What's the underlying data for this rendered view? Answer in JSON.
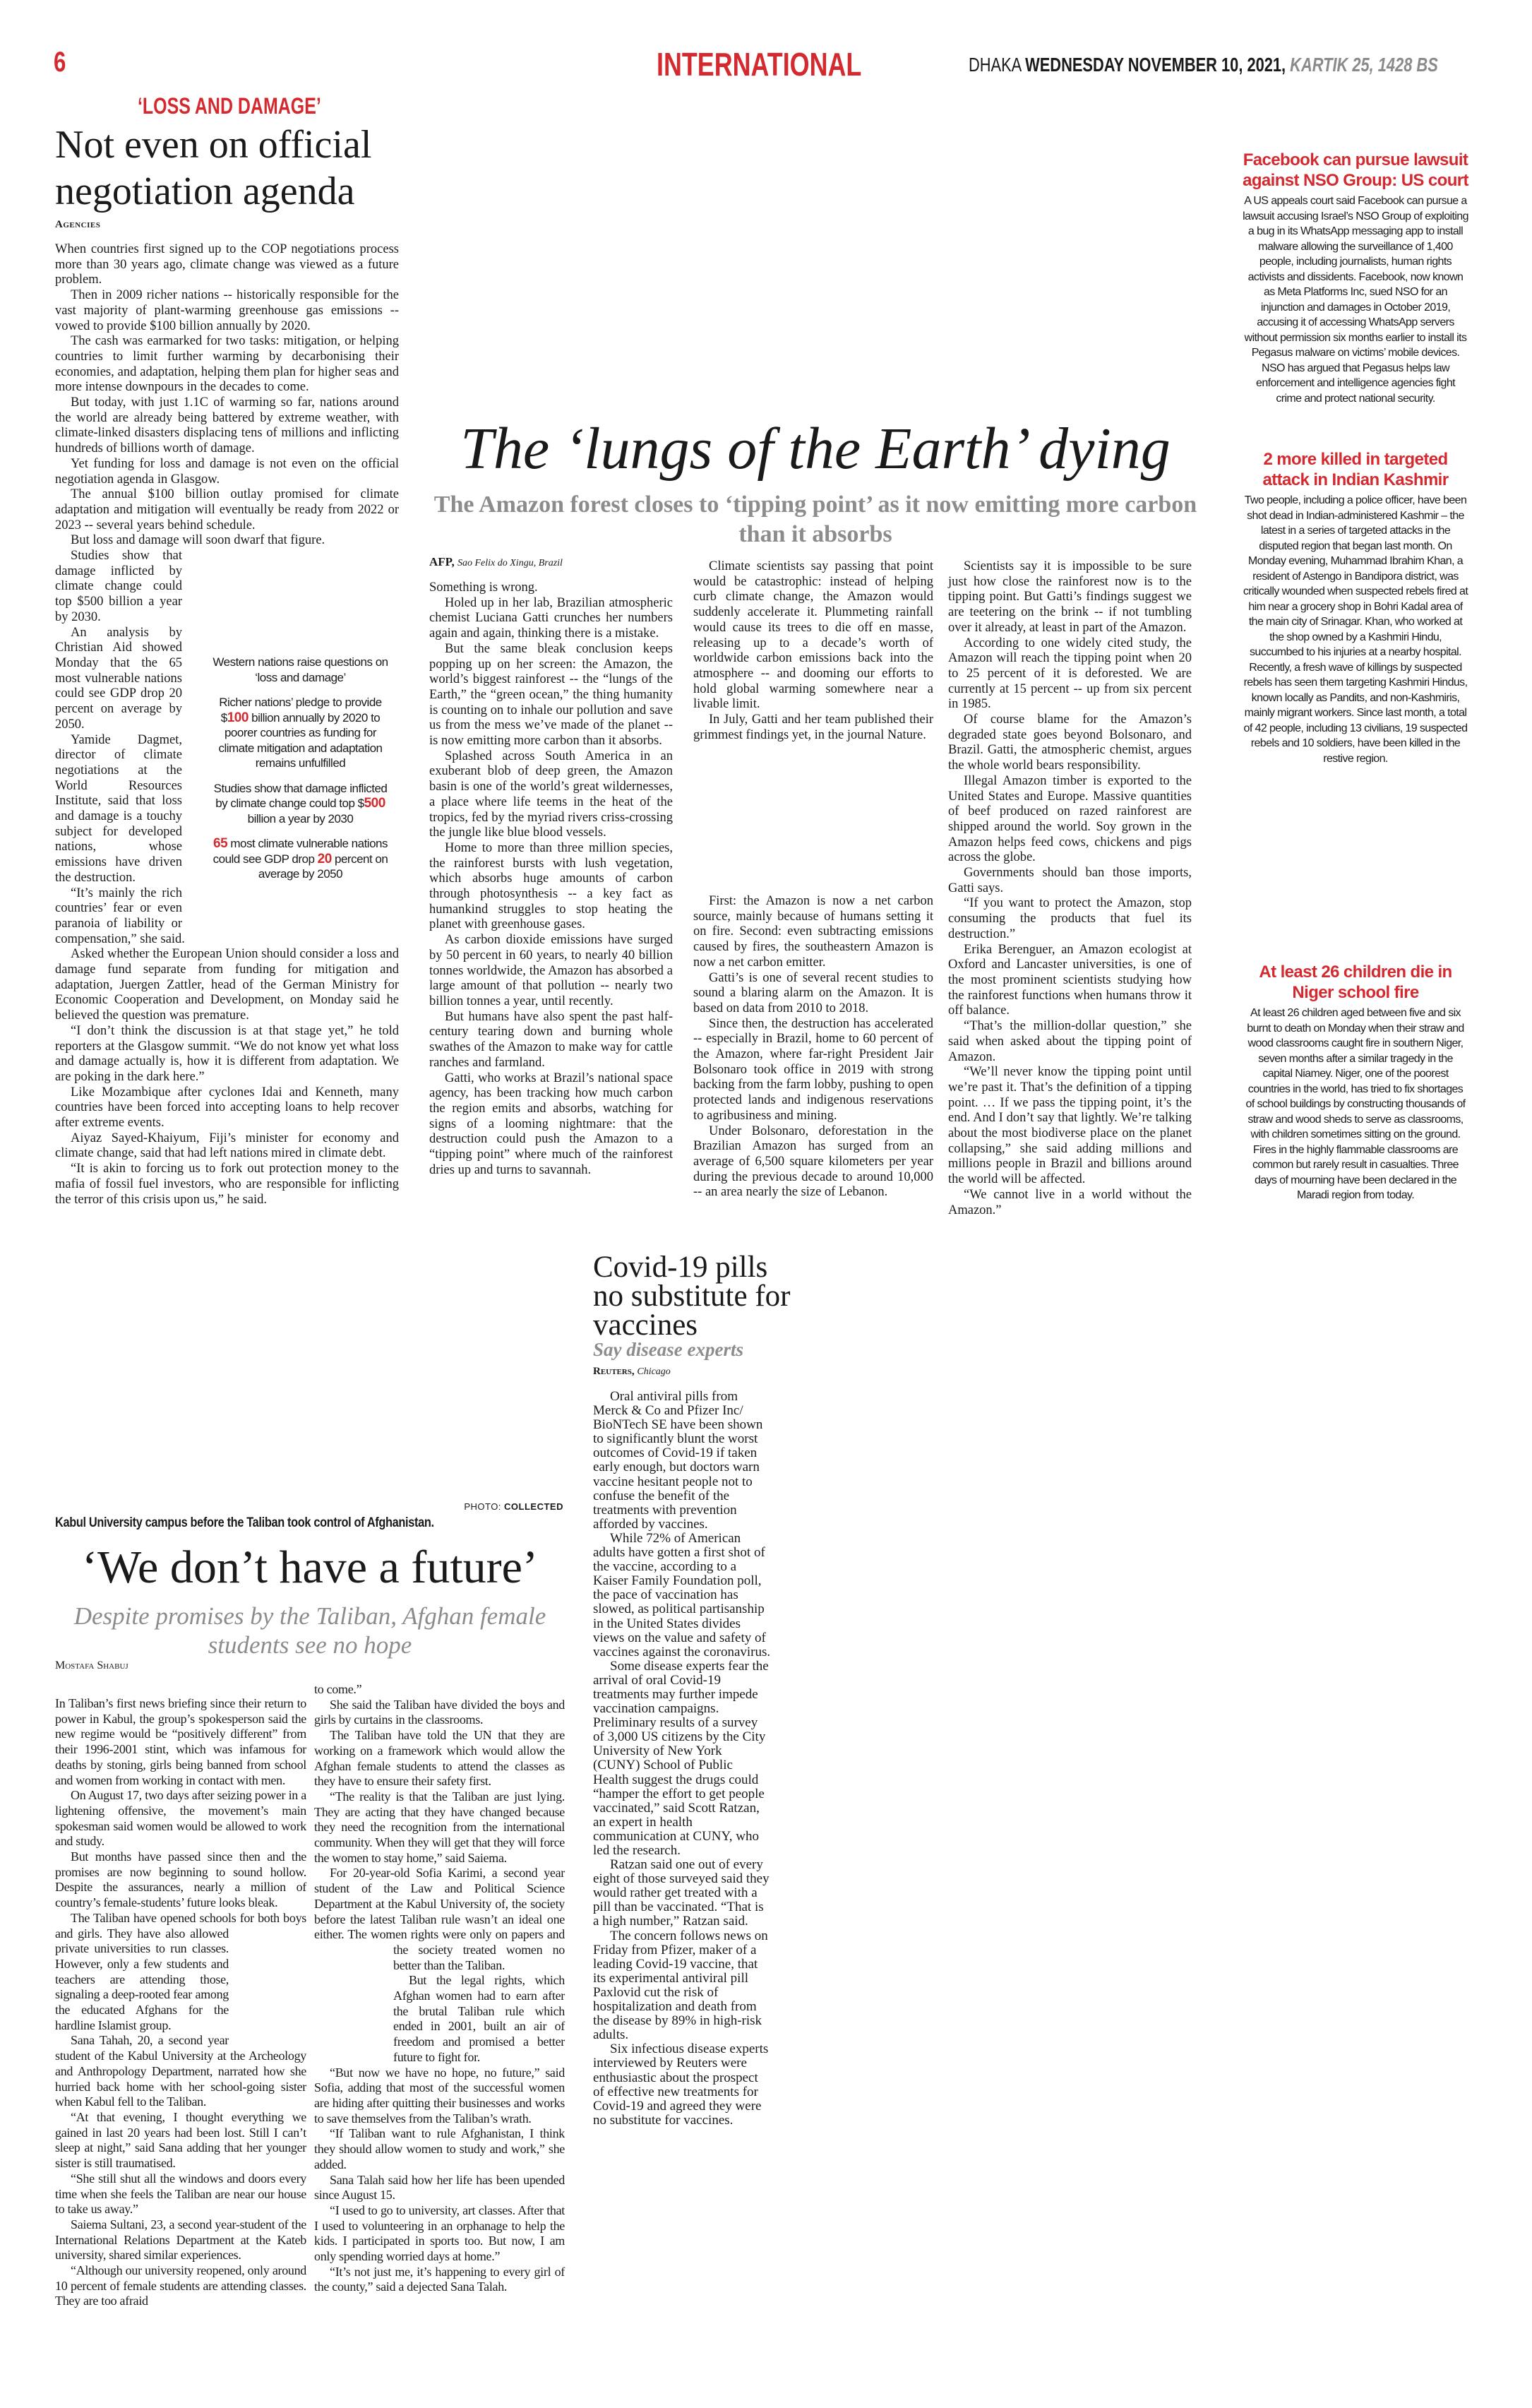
{
  "masthead": {
    "page_number": "6",
    "section": "INTERNATIONAL",
    "city": "DHAKA",
    "date": "WEDNESDAY NOVEMBER 10, 2021,",
    "bangla_date": "KARTIK 25, 1428 BS"
  },
  "loss": {
    "kicker": "‘LOSS AND DAMAGE’",
    "headline": "Not even on official negotiation agenda",
    "byline": "Agencies",
    "paragraphs": [
      "When countries first signed up to the COP negotiations process more than 30 years ago, climate change was viewed as a future problem.",
      "Then in 2009 richer nations -- historically responsible for the vast majority of plant-warming greenhouse gas emissions -- vowed to provide $100 billion annually by 2020.",
      "The cash was earmarked for two tasks: mitigation, or helping countries to limit further warming by decarbonising their economies, and adaptation, helping them plan for higher seas and more intense downpours in the decades to come.",
      "But today, with just 1.1C of warming so far, nations around the world are already being battered by extreme weather, with climate-linked disasters displacing tens of millions and inflicting hundreds of billions worth of damage.",
      "Yet funding for loss and damage is not even on the official negotiation agenda in Glasgow.",
      "The annual $100 billion outlay promised for climate adaptation and mitigation will eventually be ready from 2022 or 2023 -- several years behind schedule.",
      "But loss and damage will soon dwarf that figure.",
      "Studies show that damage inflicted by climate change could top $500 billion a year by 2030.",
      "An analysis by Christian Aid showed Monday that the 65 most vulnerable nations could see GDP drop 20 percent on average by 2050.",
      "Yamide Dagmet, director of climate negotiations at the World Resources Institute, said that loss and damage is a touchy subject for developed nations, whose emissions have driven the destruction.",
      "“It’s mainly the rich countries’ fear or even paranoia of liability or compensation,” she said.",
      "Asked whether the European Union should consider a loss and damage fund separate from funding for mitigation and adaptation, Juergen Zattler, head of the German Ministry for Economic Cooperation and Development, on Monday said he believed the question was premature.",
      "“I don’t think the discussion is at that stage yet,” he told reporters at the Glasgow summit. “We do not know yet what loss and damage actually is, how it is different from adaptation. We are poking in the dark here.”",
      "Like Mozambique after cyclones Idai and Kenneth, many countries have been forced into accepting loans to help recover after extreme events.",
      "Aiyaz Sayed-Khaiyum, Fiji’s minister for economy and climate change,  said that had left nations mired in climate debt.",
      "“It is akin to forcing us to fork out protection money to the mafia of fossil fuel investors, who are responsible for inflicting the terror of this crisis upon us,” he said."
    ],
    "infobox": {
      "title": "Western nations raise questions on ‘loss and damage’",
      "item1": {
        "pre": "Richer nations’ pledge to provide $",
        "num": "100",
        "post": " billion annually by 2020 to poorer countries as funding for climate mitigation and adaptation remains unfulfilled"
      },
      "item2": {
        "pre": "Studies show that damage inflicted by climate change could top $",
        "num": "500",
        "post": " billion a year by 2030"
      },
      "item3": {
        "num1": "65",
        "mid": " most climate vulnerable nations could see GDP drop ",
        "num2": "20",
        "post": " percent on average by 2050"
      }
    }
  },
  "amazon": {
    "headline": "The ‘lungs of the Earth’ dying",
    "subhead": "The Amazon forest closes to ‘tipping point’ as it now emitting more carbon than it absorbs",
    "agency": "AFP,",
    "dateline": "Sao Felix do Xingu, Brazil",
    "col1": [
      "Something is wrong.",
      "Holed up in her lab, Brazilian atmospheric chemist Luciana Gatti crunches her numbers again and again, thinking there is a mistake.",
      "But the same bleak conclusion keeps popping up on her screen: the Amazon, the world’s biggest rainforest -- the “lungs of the Earth,” the “green ocean,” the thing humanity is counting on to inhale our pollution and save us from the mess we’ve made of the planet -- is now emitting more carbon than it absorbs.",
      "Splashed across South America in an exuberant blob of deep green, the Amazon basin is one of the world’s great wildernesses, a place where life teems in the heat of the tropics, fed by the myriad rivers criss-crossing the jungle like blue blood vessels.",
      "Home to more than three million species, the rainforest bursts with lush vegetation, which absorbs huge amounts of carbon through photosynthesis -- a key fact as humankind struggles to stop heating the planet with greenhouse gases.",
      "As carbon dioxide emissions have surged by 50 percent in 60 years, to nearly 40 billion tonnes worldwide, the Amazon has absorbed a large amount of that pollution -- nearly two billion tonnes a year, until recently.",
      "But humans have also spent the past half-century tearing down and burning whole swathes of the Amazon to make way for cattle ranches and farmland.",
      "Gatti, who works at Brazil’s national space agency, has been tracking how much carbon the region emits and absorbs, watching for signs of a looming nightmare: that the destruction could push the Amazon to a “tipping point” where much of the rainforest dries up and turns to savannah."
    ],
    "col2a": [
      "Climate scientists say passing that point would be catastrophic: instead of helping curb climate change, the Amazon would suddenly accelerate it. Plummeting rainfall would cause its trees to die off en masse, releasing up to a decade’s worth of worldwide carbon emissions back into the atmosphere -- and dooming our efforts to hold global warming somewhere near a livable limit.",
      "In July, Gatti and her team published their grimmest findings yet, in the journal Nature."
    ],
    "col2b": [
      "First: the Amazon is now a net carbon source, mainly because of humans setting it on fire. Second: even subtracting emissions caused by fires, the southeastern Amazon is now a net carbon emitter.",
      "Gatti’s is one of several recent studies to sound a blaring alarm on the Amazon. It is based on data from 2010 to 2018.",
      "Since then, the destruction has accelerated -- especially in Brazil, home to 60 percent of the Amazon, where far-right President Jair Bolsonaro took office in 2019 with strong backing from the farm lobby, pushing to open protected lands and indigenous reservations to agribusiness and mining.",
      "Under Bolsonaro, deforestation in the Brazilian Amazon has surged from an average of 6,500 square kilometers per year during the previous decade to around 10,000 -- an area nearly the size of Lebanon."
    ],
    "col3": [
      "Scientists say it is impossible to be sure just how close the rainforest now is to the tipping point. But Gatti’s findings suggest we are teetering on the brink -- if not tumbling over it already, at least in part of the Amazon.",
      "According to one widely cited study, the Amazon will reach the tipping point when 20 to 25 percent of it is deforested. We are currently at 15 percent -- up from six percent in 1985.",
      "Of course blame for the Amazon’s degraded state goes beyond Bolsonaro, and Brazil. Gatti, the atmospheric chemist, argues the whole world bears responsibility.",
      "Illegal Amazon timber is exported to the United States and Europe. Massive quantities of beef produced on razed rainforest are shipped around the world. Soy grown in the Amazon helps feed cows, chickens and pigs across the globe.",
      "Governments should ban those imports, Gatti says.",
      "“If you want to protect the Amazon, stop consuming the products that fuel its destruction.”",
      "Erika Berenguer, an Amazon ecologist at Oxford and Lancaster universities, is one of the most prominent scientists studying how the rainforest functions when humans throw it off balance.",
      "“That’s the million-dollar question,” she said when asked about the tipping point of Amazon.",
      "“We’ll never know the tipping point until we’re past it. That’s the definition of a tipping point. … If we pass the tipping point, it’s the end. And I don’t say that lightly. We’re talking about the most biodiverse place on the planet collapsing,” she said adding millions and millions people in Brazil and billions around the world will be affected.",
      "“We cannot live in a world without the Amazon.”"
    ]
  },
  "briefs": [
    {
      "headline": "Facebook can pursue lawsuit against NSO Group: US court",
      "text": "A US appeals court said Facebook can pursue a lawsuit accusing Israel’s NSO Group of exploiting a bug in its WhatsApp messaging app to install malware allowing the surveillance of 1,400 people, including journalists, human rights activists and dissidents. Facebook, now known as Meta Platforms Inc, sued NSO for an injunction and damages in October 2019, accusing it of accessing WhatsApp servers without permission six months earlier to install its Pegasus malware on victims’ mobile devices. NSO has argued that Pegasus helps law enforcement and intelligence agencies fight crime and protect national security."
    },
    {
      "headline": "2 more killed in targeted attack in Indian Kashmir",
      "text": "Two people, including a police officer, have been shot dead in Indian-administered Kashmir – the latest in a series of targeted attacks in the disputed region that began last month. On Monday evening, Muhammad Ibrahim Khan, a resident of Astengo in Bandipora district, was critically wounded when suspected rebels fired at him near a grocery shop in Bohri Kadal area of the main city of Srinagar. Khan, who worked at the shop owned by a Kashmiri Hindu, succumbed to his injuries at a nearby hospital. Recently, a fresh wave of killings by suspected rebels has seen them targeting Kashmiri Hindus, known locally as Pandits, and non-Kashmiris, mainly migrant workers. Since last month, a total of 42 people, including 13 civilians, 19 suspected rebels and 10 soldiers, have been killed in the restive region."
    },
    {
      "headline": "At least 26 children die in Niger school fire",
      "text": "At least 26 children aged between five and six burnt to death on Monday when their straw and wood classrooms caught fire in southern Niger, seven months after a similar tragedy in the capital Niamey. Niger, one of the poorest countries in the world, has tried to fix shortages of school buildings by constructing thousands of straw and wood sheds to serve as classrooms, with children sometimes sitting on the ground. Fires in the highly flammable classrooms are common but rarely result in casualties. Three days of mourning have been declared in the Maradi region from today."
    }
  ],
  "covid": {
    "headline": "Covid-19 pills no substitute for vaccines",
    "subhead": "Say disease experts",
    "agency": "Reuters,",
    "dateline": "Chicago",
    "paragraphs": [
      "Oral antiviral pills from Merck & Co and Pfizer Inc/ BioNTech SE have been shown to significantly blunt the worst outcomes of Covid-19 if taken early enough, but doctors warn vaccine hesitant people not to confuse the benefit of the treatments with prevention afforded by vaccines.",
      "While 72% of American adults have gotten a first shot of the vaccine, according to a Kaiser Family Foundation poll, the pace of vaccination has slowed, as political partisanship in the United States divides views on the value and safety of vaccines against the coronavirus.",
      "Some disease experts fear the arrival of oral Covid-19 treatments may further impede vaccination campaigns. Preliminary results of a survey of 3,000 US citizens by the City University of New York (CUNY) School of Public Health suggest the drugs could “hamper the effort to get people vaccinated,” said Scott Ratzan, an expert in health communication at CUNY, who led the research.",
      "Ratzan said one out of every eight of those surveyed said they would rather get treated with a pill than be vaccinated. “That is a high number,” Ratzan said.",
      "The concern follows news on Friday from Pfizer, maker of a leading Covid-19 vaccine, that its experimental antiviral pill Paxlovid cut the risk of hospitalization and death from the disease by 89% in high-risk adults.",
      "Six infectious disease experts interviewed by Reuters were enthusiastic about the prospect of effective new treatments for Covid-19 and agreed they were no substitute for vaccines."
    ]
  },
  "afghan": {
    "photo_credit_label": "PHOTO:",
    "photo_credit": "COLLECTED",
    "caption": "Kabul University campus before the Taliban took control of Afghanistan.",
    "headline": "‘We don’t have a future’",
    "subhead": "Despite promises by the Taliban, Afghan female students see no hope",
    "byline": "Mostafa Shabuj",
    "col1": [
      "In Taliban’s first news briefing since their return to power in Kabul, the group’s spokesperson said the new regime would be “positively different” from their 1996-2001 stint, which was infamous for deaths by stoning, girls being banned from school and women from working in contact with men.",
      "On August 17, two days after seizing power in a lightening offensive, the movement’s main spokesman said women would be allowed to work and study.",
      "But months have passed since then and the promises are now beginning to sound hollow. Despite the assurances, nearly a million of country’s female-students’ future looks bleak.",
      "The Taliban have opened schools for both boys and girls. They have also allowed private universities to run classes. However, only a few students and teachers are attending those, signaling a deep-rooted fear among the educated Afghans for the hardline Islamist group.",
      "Sana Tahah, 20, a second year student of the Kabul University at the Archeology and Anthropology Department, narrated how she hurried back home with her school-going sister when Kabul fell to the Taliban.",
      "“At that evening, I thought everything we gained in last 20 years had been lost. Still I can’t sleep at night,” said Sana adding that her younger sister is still traumatised.",
      "“She still shut all the windows and doors every time when she feels the Taliban are near our house to take us away.”",
      "Saiema Sultani, 23, a second year-student of the International Relations Department at the Kateb university, shared similar experiences.",
      "“Although our university reopened, only around 10 percent of female students are attending classes. They are too afraid"
    ],
    "col2": [
      "to come.”",
      "She said the Taliban have divided the boys and girls by curtains in the classrooms.",
      "The Taliban have told the UN that they are working on a framework which would allow the Afghan female students to attend the classes as they have to ensure their safety first.",
      "“The reality is that the Taliban are just lying. They are acting that they have changed because they need the recognition from the international community. When they will get that they will force the women to stay home,” said Saiema.",
      "For 20-year-old Sofia Karimi, a second year student of the Law and Political Science Department at the Kabul University of, the society before the latest Taliban rule wasn’t an ideal one either. The women rights were only on papers and the society treated women no better than the Taliban.",
      "But the legal rights, which Afghan women had to earn after the brutal Taliban rule which ended in 2001, built an air of freedom and promised a better future to fight for.",
      "“But now we have no hope, no future,” said Sofia, adding that most of the successful women are hiding after quitting their businesses and works to save themselves from the Taliban’s wrath.",
      "“If Taliban want to rule Afghanistan, I think they should allow women to study and work,” she added.",
      "Sana Talah said how her life has been upended since August 15.",
      "“I used to go to university, art classes. After that I used to volunteering in an orphanage to help the kids. I participated in sports too. But now, I am only spending worried days at home.”",
      "“It’s not just me, it’s happening to every girl of the county,” said a dejected Sana Talah."
    ]
  },
  "colors": {
    "accent_red": "#d42a2f",
    "subhead_grey": "#8c8c8c"
  }
}
